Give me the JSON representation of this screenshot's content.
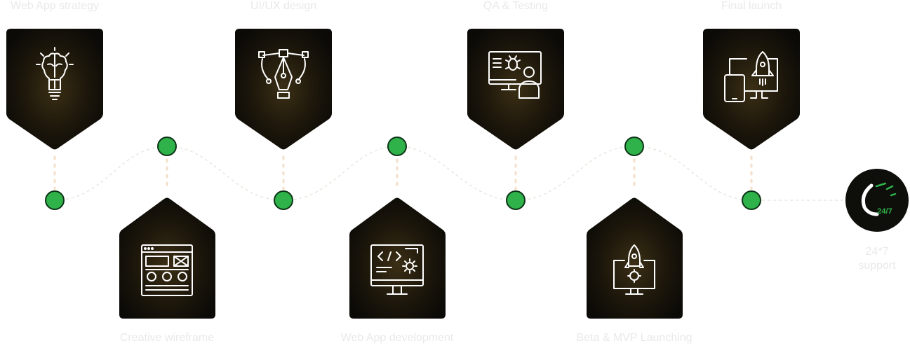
{
  "steps": [
    {
      "label": "Web App strategy",
      "icon": "brain-bulb-icon",
      "position": "top"
    },
    {
      "label": "Creative wireframe",
      "icon": "wireframe-icon",
      "position": "bottom"
    },
    {
      "label": "UI/UX design",
      "icon": "pen-tool-icon",
      "position": "top"
    },
    {
      "label": "Web App development",
      "icon": "code-monitor-icon",
      "position": "bottom"
    },
    {
      "label": "QA & Testing",
      "icon": "bug-testing-icon",
      "position": "top"
    },
    {
      "label": "Beta & MVP Launching",
      "icon": "rocket-monitor-icon",
      "position": "bottom"
    },
    {
      "label": "Final launch",
      "icon": "rocket-devices-icon",
      "position": "top"
    }
  ],
  "support": {
    "line1": "24*7",
    "line2": "support",
    "badge_text": "24/7",
    "icon": "phone-support-icon"
  },
  "colors": {
    "node_green": "#2fb24a",
    "badge_dark": "#0e0e0a",
    "text_light": "#e9e9e9"
  }
}
